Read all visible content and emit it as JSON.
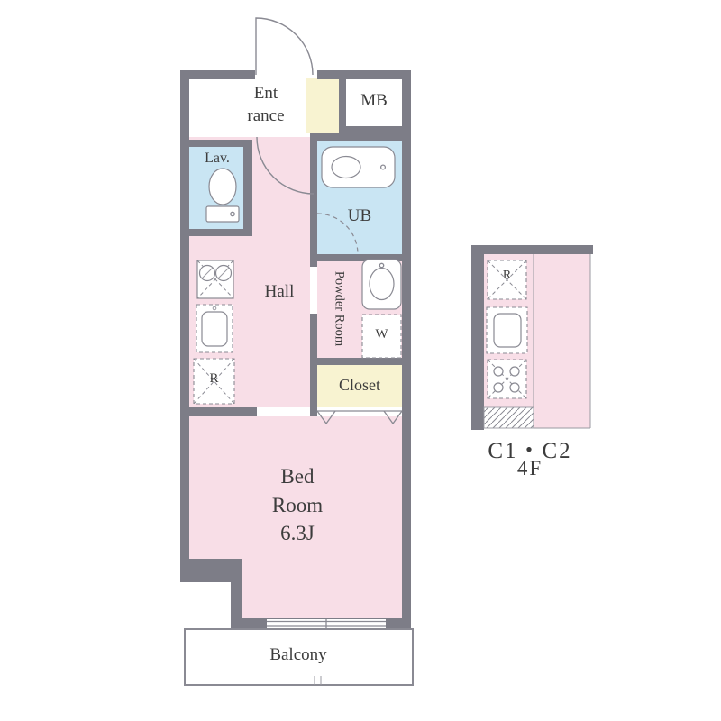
{
  "colors": {
    "wall": "#7d7d87",
    "room_pink": "#f8dee7",
    "room_blue": "#c9e5f3",
    "room_cream": "#f8f3d1",
    "line": "#8a8a93",
    "text": "#3c3c3c"
  },
  "main_plan": {
    "labels": {
      "entrance": "Ent\nrance",
      "meter_box": "MB",
      "lavatory": "Lav.",
      "unit_bath": "UB",
      "hall": "Hall",
      "powder_room": "Powder Room",
      "washer": "W",
      "closet": "Closet",
      "bed_room": "Bed\nRoom\n6.3J",
      "balcony": "Balcony",
      "refrigerator": "R"
    }
  },
  "inset_plan": {
    "labels": {
      "refrigerator": "R",
      "unit": "C1・C2",
      "floor": "4F"
    }
  }
}
